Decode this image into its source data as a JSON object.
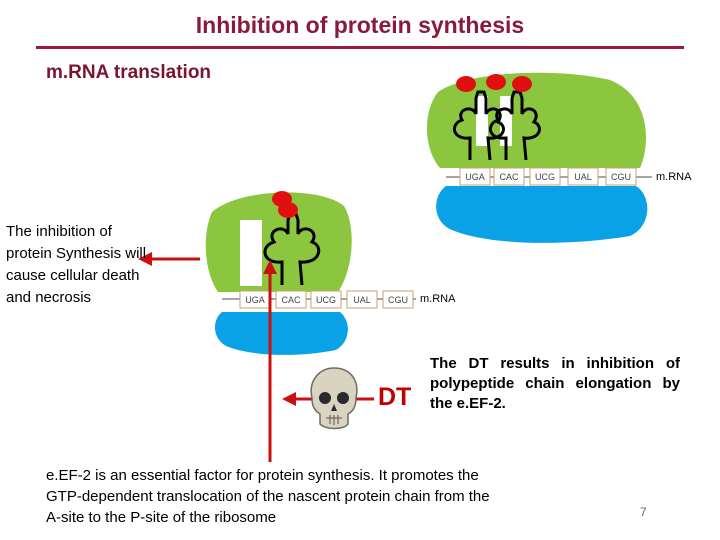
{
  "title": "Inhibition of protein synthesis",
  "subtitle": "m.RNA translation",
  "left_note": "The inhibition of protein Synthesis will cause cellular death and necrosis",
  "right_note": "The DT results in inhibition of polypeptide chain elongation by the e.EF-2.",
  "bottom_note": "e.EF-2 is an essential factor for protein synthesis. It promotes the GTP-dependent translocation of the nascent protein chain from the A-site to the P-site of the ribosome",
  "dt_label": "DT",
  "page_number": "7",
  "top_ribosome": {
    "codons": [
      "UGA",
      "CAC",
      "UCG",
      "UAL",
      "CGU"
    ],
    "mrna_label": "m.RNA"
  },
  "bottom_ribosome": {
    "codons": [
      "UGA",
      "CAC",
      "UCG",
      "UAL",
      "CGU"
    ],
    "mrna_label": "m.RNA"
  },
  "colors": {
    "large_subunit": "#8cc63f",
    "small_subunit": "#0aa2e6",
    "amino_acid": "#e01010",
    "arrow": "#cc1010",
    "title": "#8a1a3c"
  },
  "icons": [
    "skull-icon"
  ]
}
